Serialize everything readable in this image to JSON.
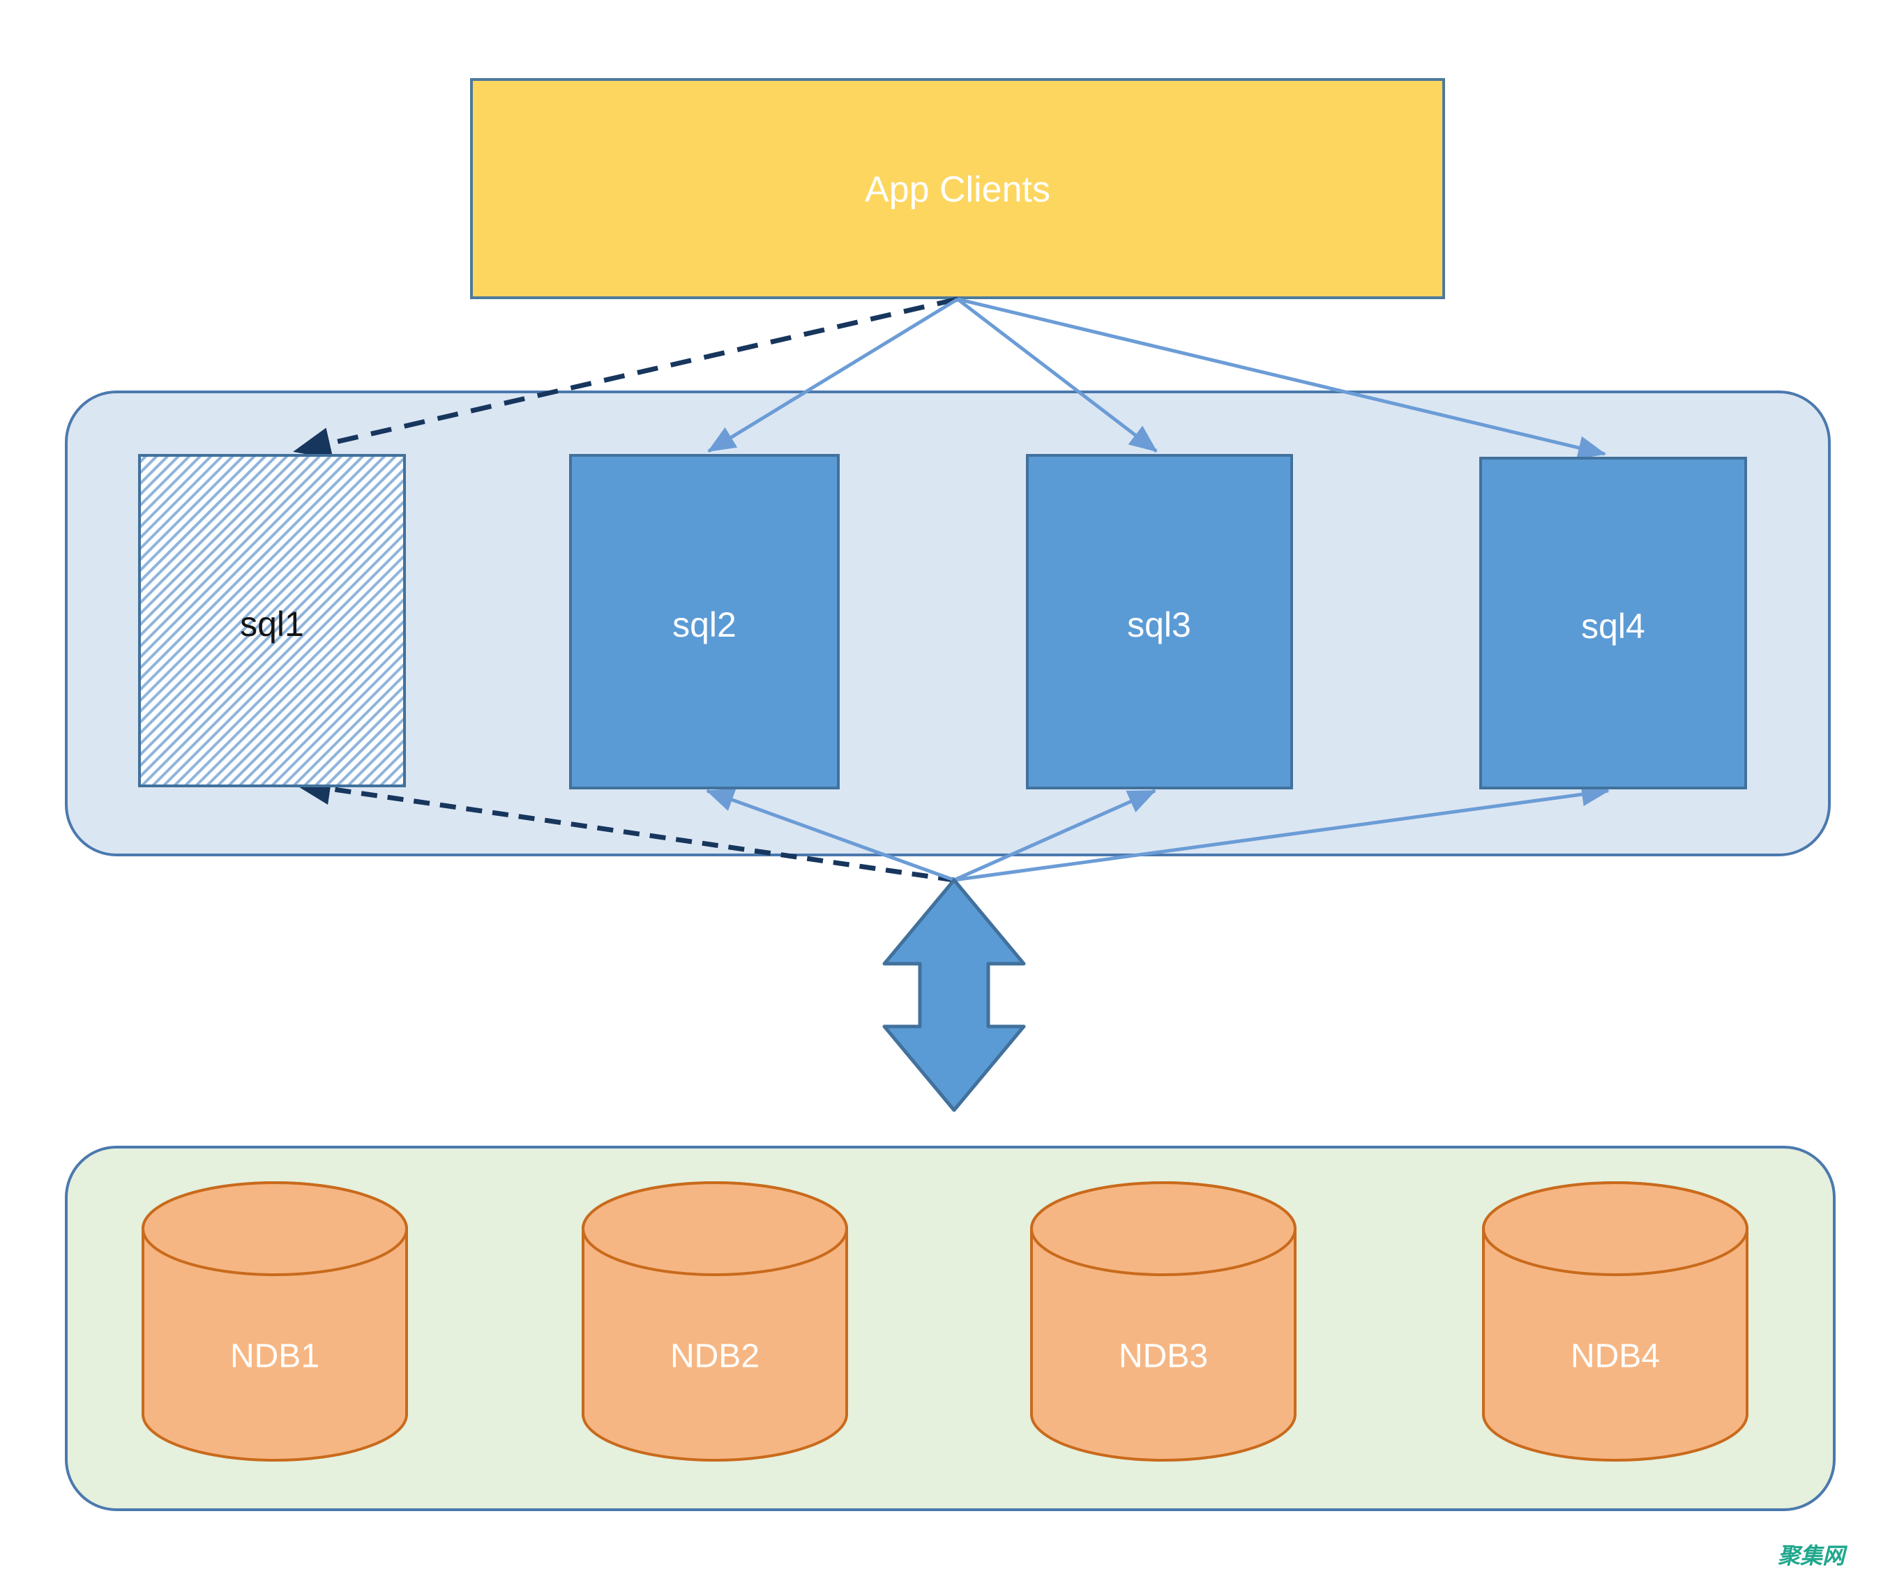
{
  "app_clients": {
    "label": "App Clients"
  },
  "sql_tier": {
    "nodes": [
      {
        "label": "sql1",
        "style": "hatched"
      },
      {
        "label": "sql2",
        "style": "solid"
      },
      {
        "label": "sql3",
        "style": "solid"
      },
      {
        "label": "sql4",
        "style": "solid"
      }
    ]
  },
  "ndb_tier": {
    "nodes": [
      {
        "label": "NDB1"
      },
      {
        "label": "NDB2"
      },
      {
        "label": "NDB3"
      },
      {
        "label": "NDB4"
      }
    ]
  },
  "watermark": {
    "label": "聚集网"
  },
  "colors": {
    "app_box_fill": "#fcd65f",
    "app_box_border": "#4d7a9b",
    "sql_container_fill": "#dbe6f3",
    "ndb_container_fill": "#e5f0dd",
    "container_border": "#4b79ae",
    "sql_node_fill": "#5b9bd5",
    "sql_node_border": "#41719c",
    "hatch_stripe": "#8fb4dc",
    "solid_arrow": "#6b9cd6",
    "dashed_arrow": "#17365d",
    "cylinder_fill": "#f6b683",
    "cylinder_border": "#c96a1c",
    "watermark": "#1fa78c"
  }
}
